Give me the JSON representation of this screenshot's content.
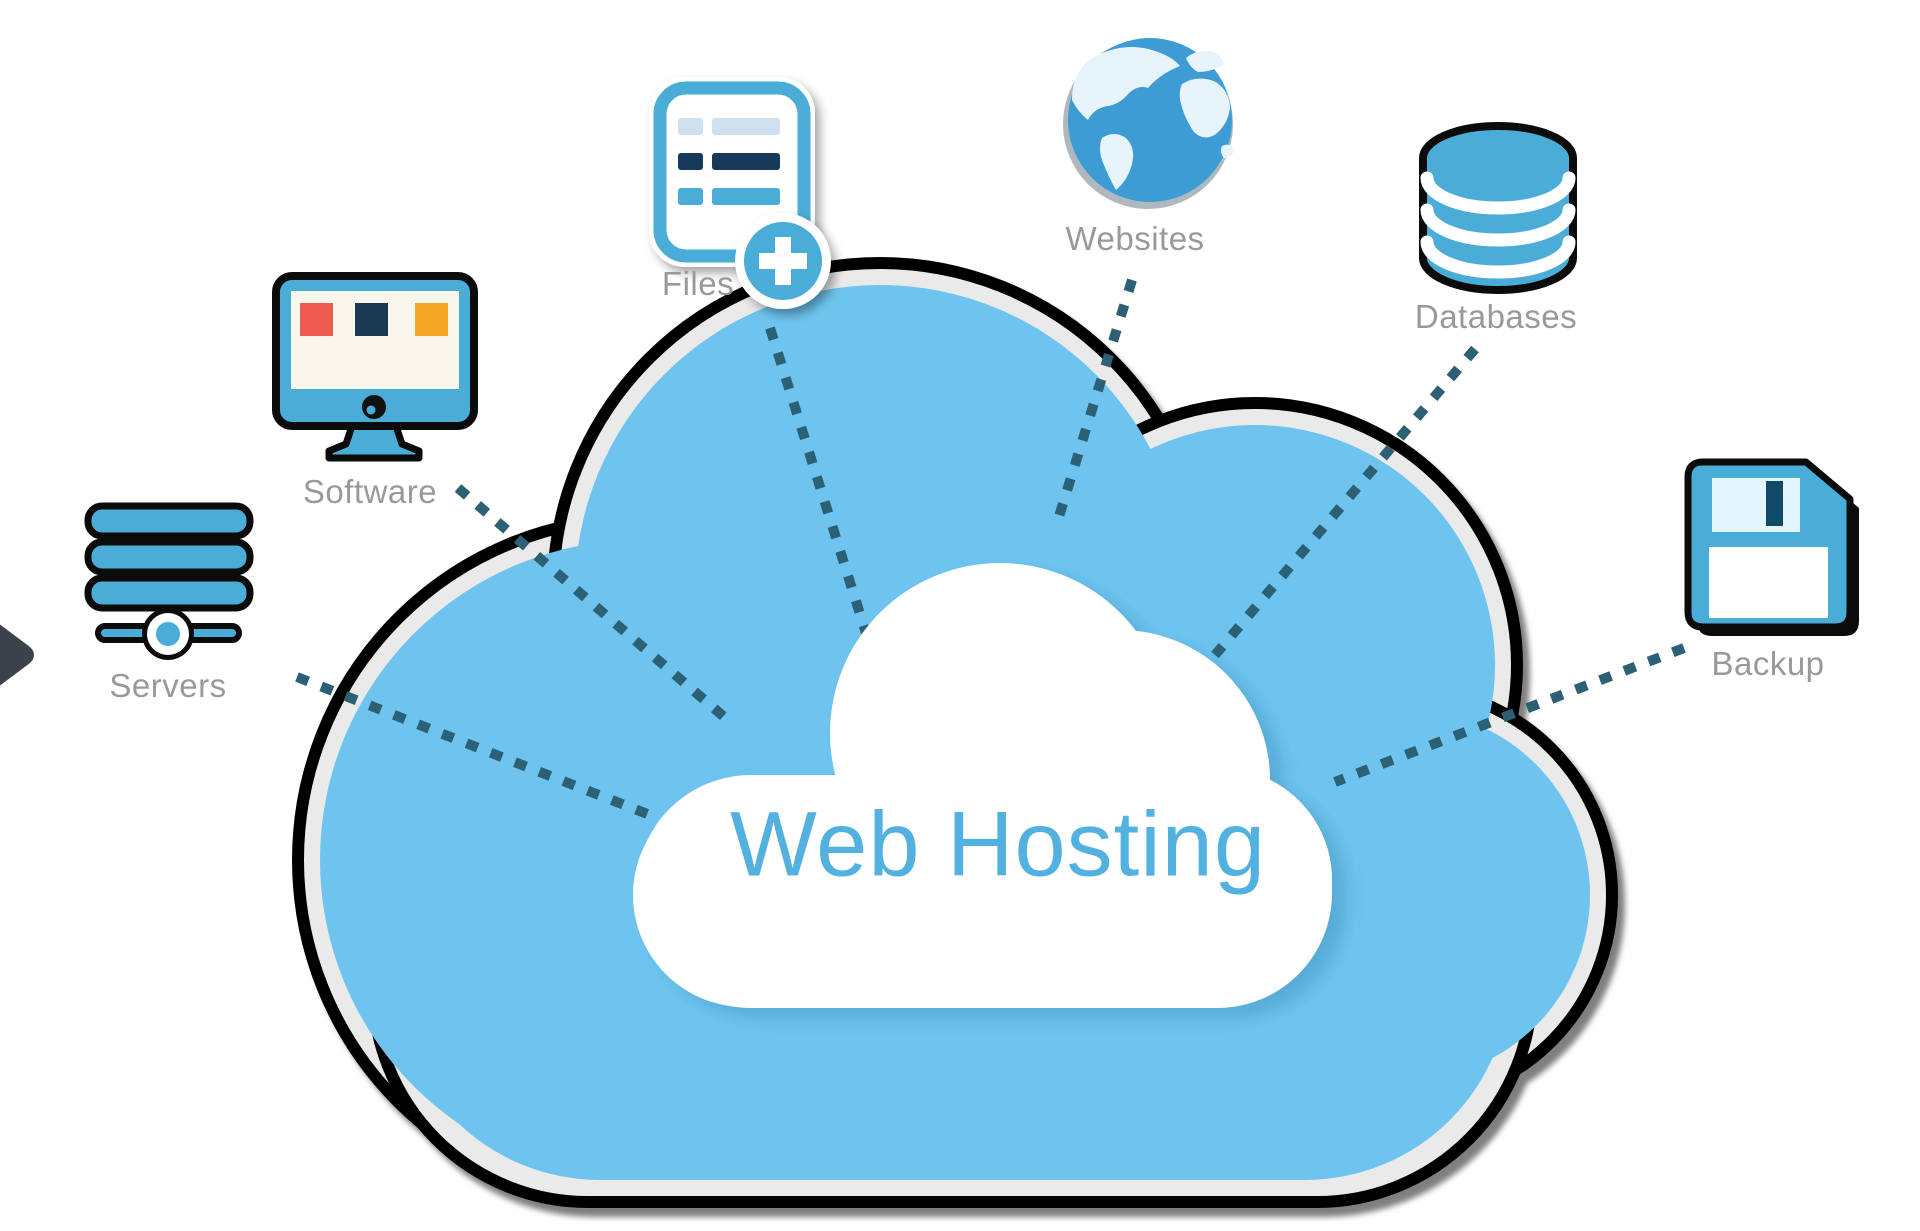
{
  "title": "Web Hosting",
  "diagram": {
    "center_label": "Web Hosting",
    "nodes": [
      {
        "id": "servers",
        "label": "Servers",
        "icon": "server-stack-icon"
      },
      {
        "id": "software",
        "label": "Software",
        "icon": "desktop-monitor-icon"
      },
      {
        "id": "files",
        "label": "Files",
        "icon": "file-add-icon"
      },
      {
        "id": "websites",
        "label": "Websites",
        "icon": "globe-icon"
      },
      {
        "id": "databases",
        "label": "Databases",
        "icon": "database-cylinder-icon"
      },
      {
        "id": "backup",
        "label": "Backup",
        "icon": "floppy-disk-icon"
      }
    ],
    "colors": {
      "cloud_blue": "#6EC4EE",
      "cloud_ring": "#EAEAEA",
      "cloud_outline": "#000000",
      "inner_cloud": "#FFFFFF",
      "title_blue": "#53B1DF",
      "icon_blue": "#49ADD7",
      "globe_ocean": "#3E9CD5",
      "accent_red": "#EF5A50",
      "accent_navy": "#1B3A52",
      "accent_orange": "#F4A523",
      "pale_blue": "#CFE0F0",
      "label_gray": "#999999",
      "connector": "#2C6074",
      "arrow_dark": "#3C424B"
    }
  }
}
